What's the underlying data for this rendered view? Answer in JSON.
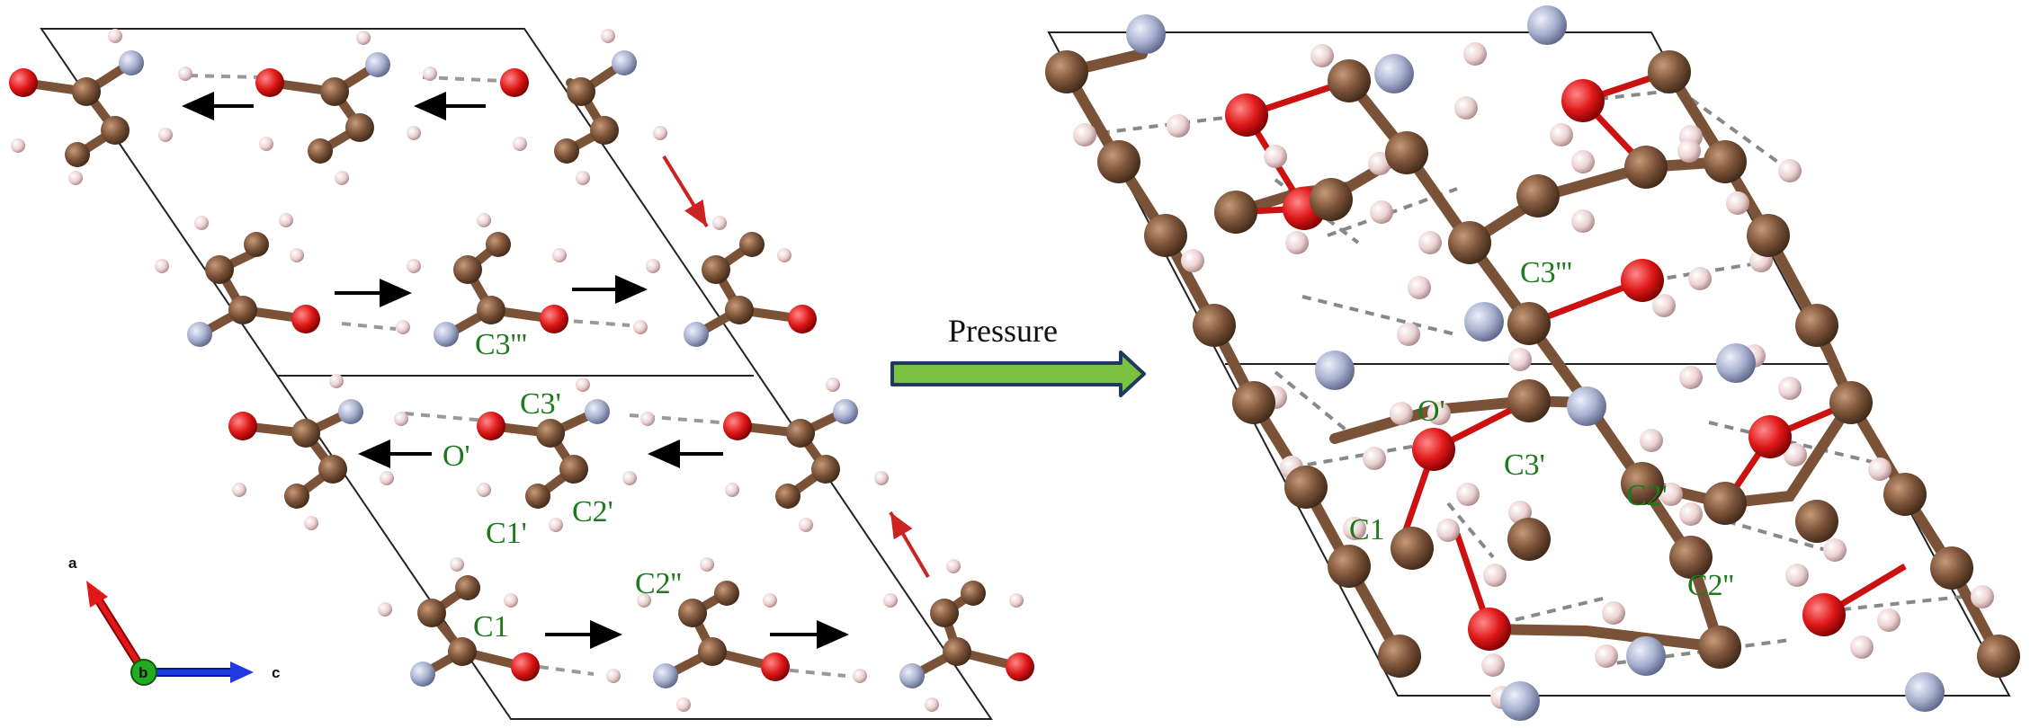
{
  "colors": {
    "carbon": "#7a5238",
    "oxygen": "#e01818",
    "nitrogen": "#a8b0cf",
    "hydrogen": "#e8c8c8",
    "bond_highlight": "#cc2222",
    "label_green": "#1d7a1d",
    "pressure_arrow_fill": "#7cc242",
    "pressure_arrow_outline": "#1f3a5f",
    "axis_a": "#e01818",
    "axis_c": "#1f3ae0",
    "axis_b": "#22aa22"
  },
  "pressure": {
    "label": "Pressure"
  },
  "axes": {
    "a": "a",
    "b": "b",
    "c": "c"
  },
  "left_panel": {
    "labels": [
      "C3'''",
      "C3'",
      "O'",
      "C2'",
      "C1'",
      "C1",
      "C2''"
    ]
  },
  "right_panel": {
    "labels": [
      "C3'''",
      "O'",
      "C3'",
      "C2'",
      "C1",
      "C2''"
    ]
  }
}
